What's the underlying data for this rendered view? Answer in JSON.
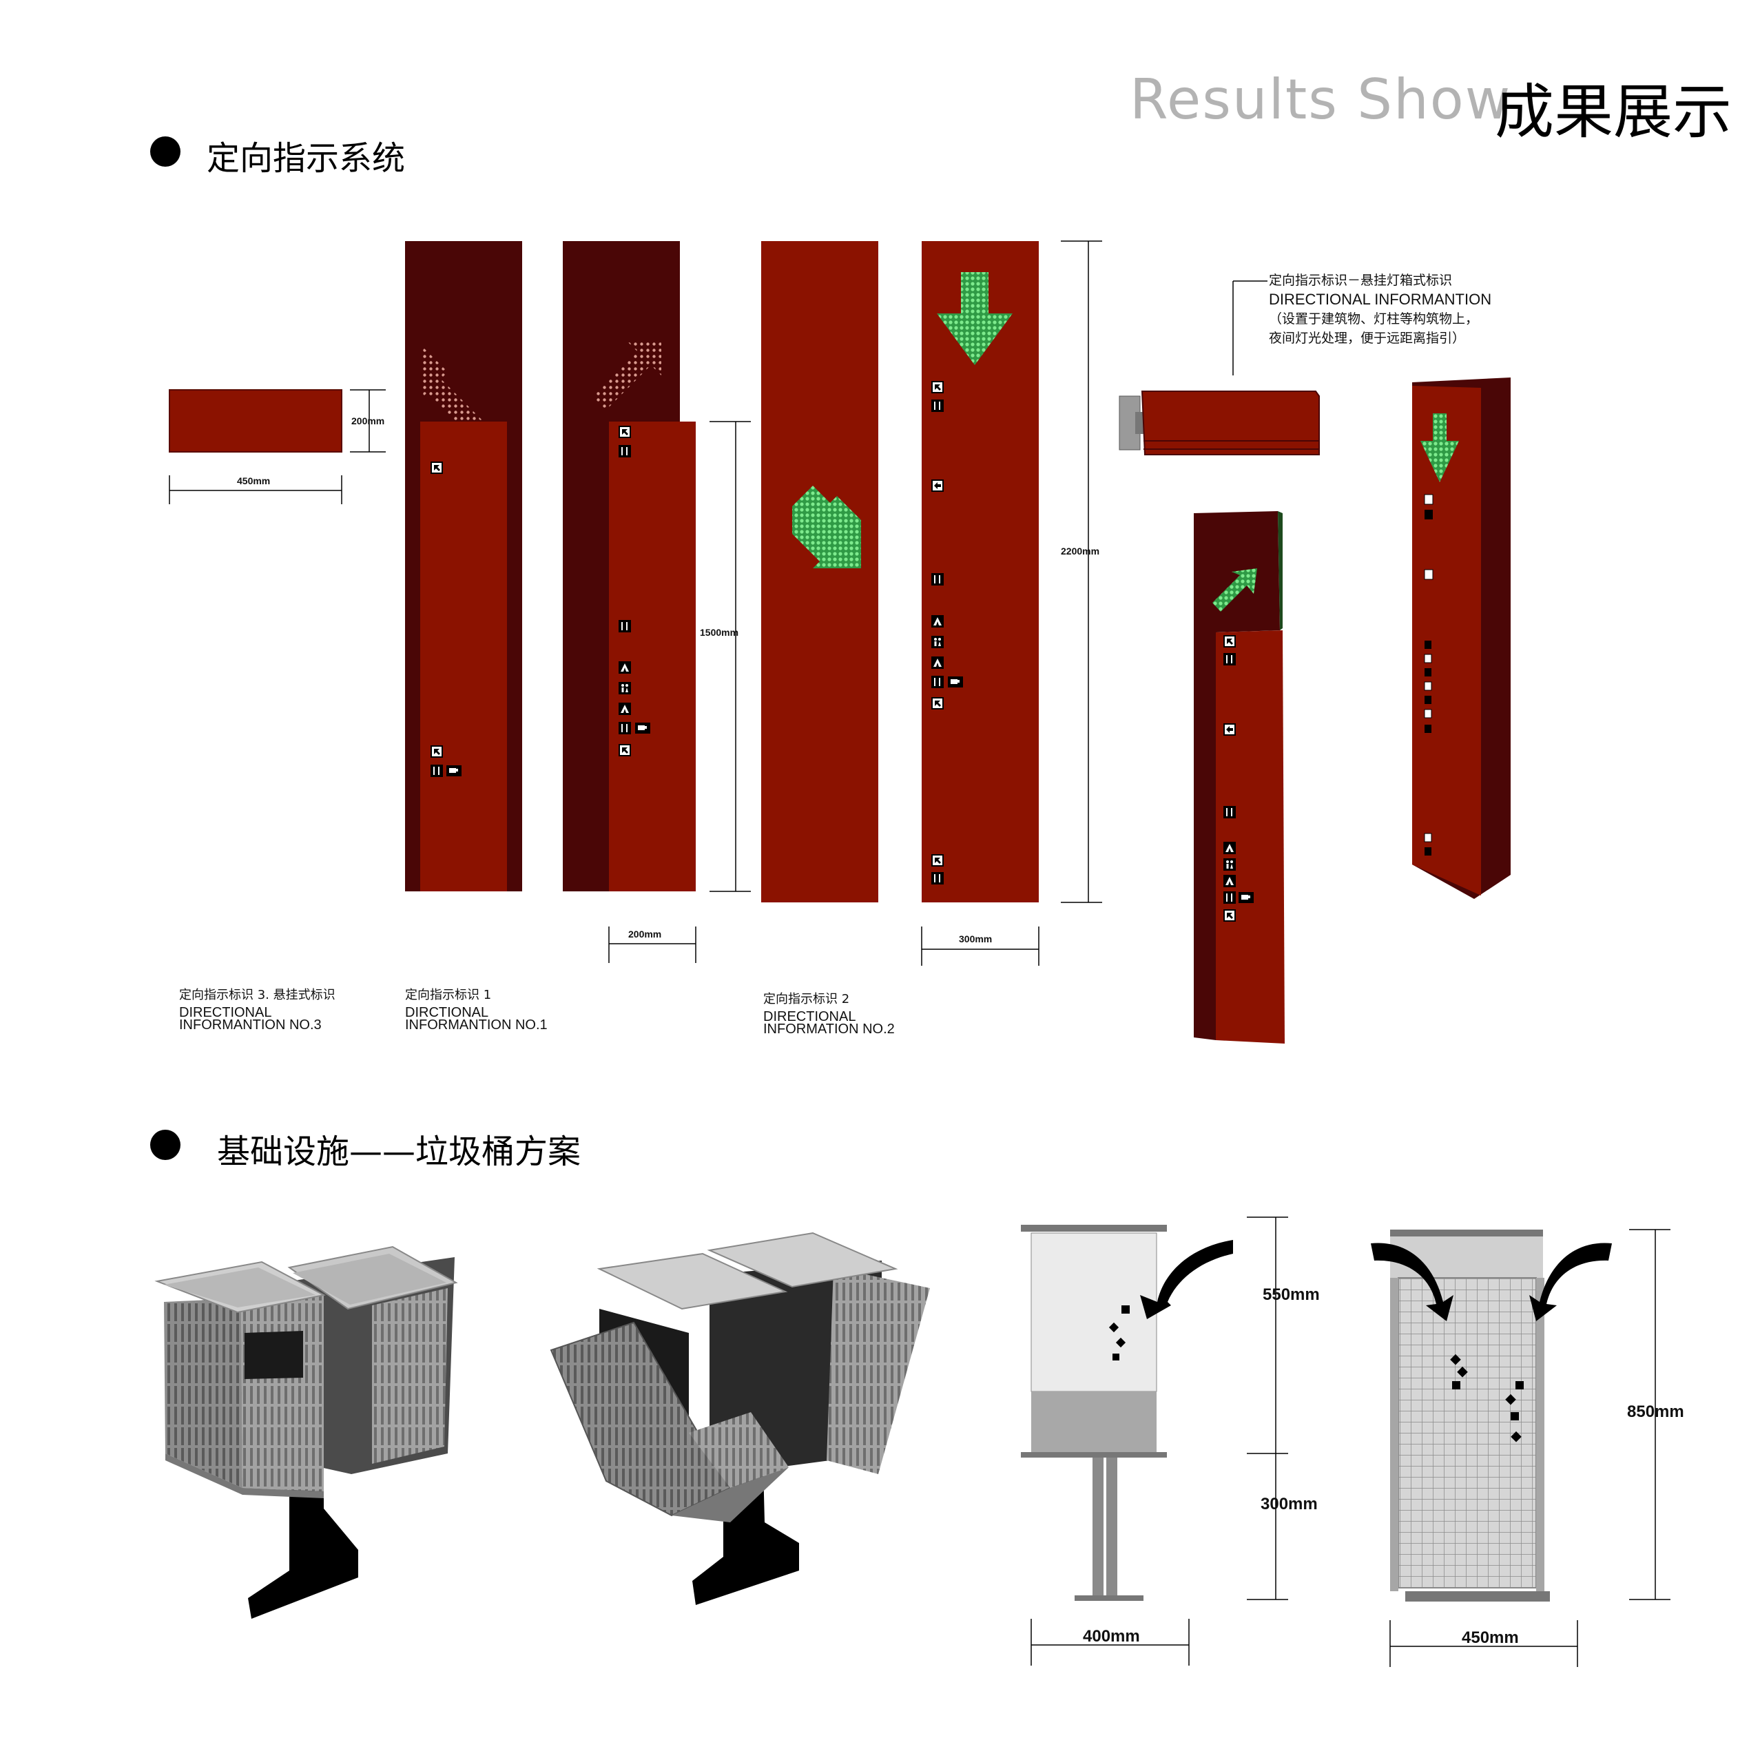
{
  "header": {
    "title_en": "Results  Show",
    "title_cn": "成果展示"
  },
  "sections": [
    {
      "title": "定向指示系统"
    },
    {
      "title": "基础设施——垃圾桶方案"
    }
  ],
  "signs": {
    "sign3": {
      "label_cn": "定向指示标识 3. 悬挂式标识",
      "label_en_1": "DIRECTIONAL",
      "label_en_2": "INFORMANTION NO.3",
      "dim_h": "200mm",
      "dim_w": "450mm"
    },
    "sign1": {
      "label_cn": "定向指示标识 1",
      "label_en_1": "DIRCTIONAL",
      "label_en_2": "INFORMANTION NO.1",
      "dim_h": "1500mm",
      "dim_w": "200mm"
    },
    "sign2": {
      "label_cn": "定向指示标识 2",
      "label_en_1": "DIRECTIONAL",
      "label_en_2": "INFORMATION NO.2",
      "dim_h": "2200mm",
      "dim_w": "300mm"
    },
    "lightbox": {
      "line1": "定向指示标识－悬挂灯箱式标识",
      "line2": "DIRECTIONAL INFORMANTION",
      "line3": "（设置于建筑物、灯柱等构筑物上，",
      "line4": "夜间灯光处理，便于远距离指引）"
    }
  },
  "bins": {
    "dim_upper": "550mm",
    "dim_lower": "300mm",
    "dim_width_side": "400mm",
    "dim_height_front": "850mm",
    "dim_width_front": "450mm"
  },
  "colors": {
    "sign_red": "#8b1200",
    "sign_dark": "#4a0606",
    "arrow_green": "#4fd16a",
    "bin_gray": "#9a9a9a"
  }
}
